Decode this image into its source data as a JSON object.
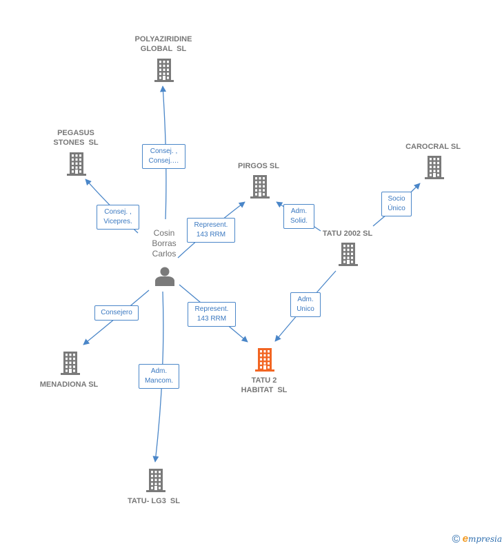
{
  "colors": {
    "edge": "#4a86c8",
    "building": "#7a7a7a",
    "focus_building": "#f26522",
    "edge_label_text": "#3a78c0"
  },
  "person": {
    "label": "Cosin\nBorras\nCarlos",
    "icon": "person-icon"
  },
  "companies": [
    {
      "id": "polyaziridine",
      "label": "POLYAZIRIDINE\nGLOBAL  SL",
      "icon": "building-icon"
    },
    {
      "id": "pegasus",
      "label": "PEGASUS\nSTONES  SL",
      "icon": "building-icon"
    },
    {
      "id": "pirgos",
      "label": "PIRGOS SL",
      "icon": "building-icon"
    },
    {
      "id": "carocral",
      "label": "CAROCRAL SL",
      "icon": "building-icon"
    },
    {
      "id": "tatu2002",
      "label": "TATU 2002 SL",
      "icon": "building-icon"
    },
    {
      "id": "menadiona",
      "label": "MENADIONA SL",
      "icon": "building-icon"
    },
    {
      "id": "tatu2",
      "label": "TATU 2\nHABITAT  SL",
      "icon": "building-icon",
      "focus": true
    },
    {
      "id": "tatulg3",
      "label": "TATU- LG3  SL",
      "icon": "building-icon"
    }
  ],
  "edges": [
    {
      "id": "e1",
      "label": "Consej. ,\nConsej.…",
      "from": "person",
      "to": "polyaziridine"
    },
    {
      "id": "e2",
      "label": "Consej. ,\nVicepres.",
      "from": "person",
      "to": "pegasus"
    },
    {
      "id": "e3",
      "label": "Represent.\n143 RRM",
      "from": "person",
      "to": "pirgos"
    },
    {
      "id": "e4",
      "label": "Adm.\nSolid.",
      "from": "tatu2002",
      "to": "pirgos"
    },
    {
      "id": "e5",
      "label": "Socio\nÚnico",
      "from": "tatu2002",
      "to": "carocral"
    },
    {
      "id": "e6",
      "label": "Consejero",
      "from": "person",
      "to": "menadiona"
    },
    {
      "id": "e7",
      "label": "Represent.\n143 RRM",
      "from": "person",
      "to": "tatu2"
    },
    {
      "id": "e8",
      "label": "Adm.\nUnico",
      "from": "tatu2002",
      "to": "tatu2"
    },
    {
      "id": "e9",
      "label": "Adm.\nMancom.",
      "from": "person",
      "to": "tatulg3"
    }
  ],
  "footer": {
    "copyright": "©",
    "brand_initial": "e",
    "brand_rest": "mpresia"
  }
}
